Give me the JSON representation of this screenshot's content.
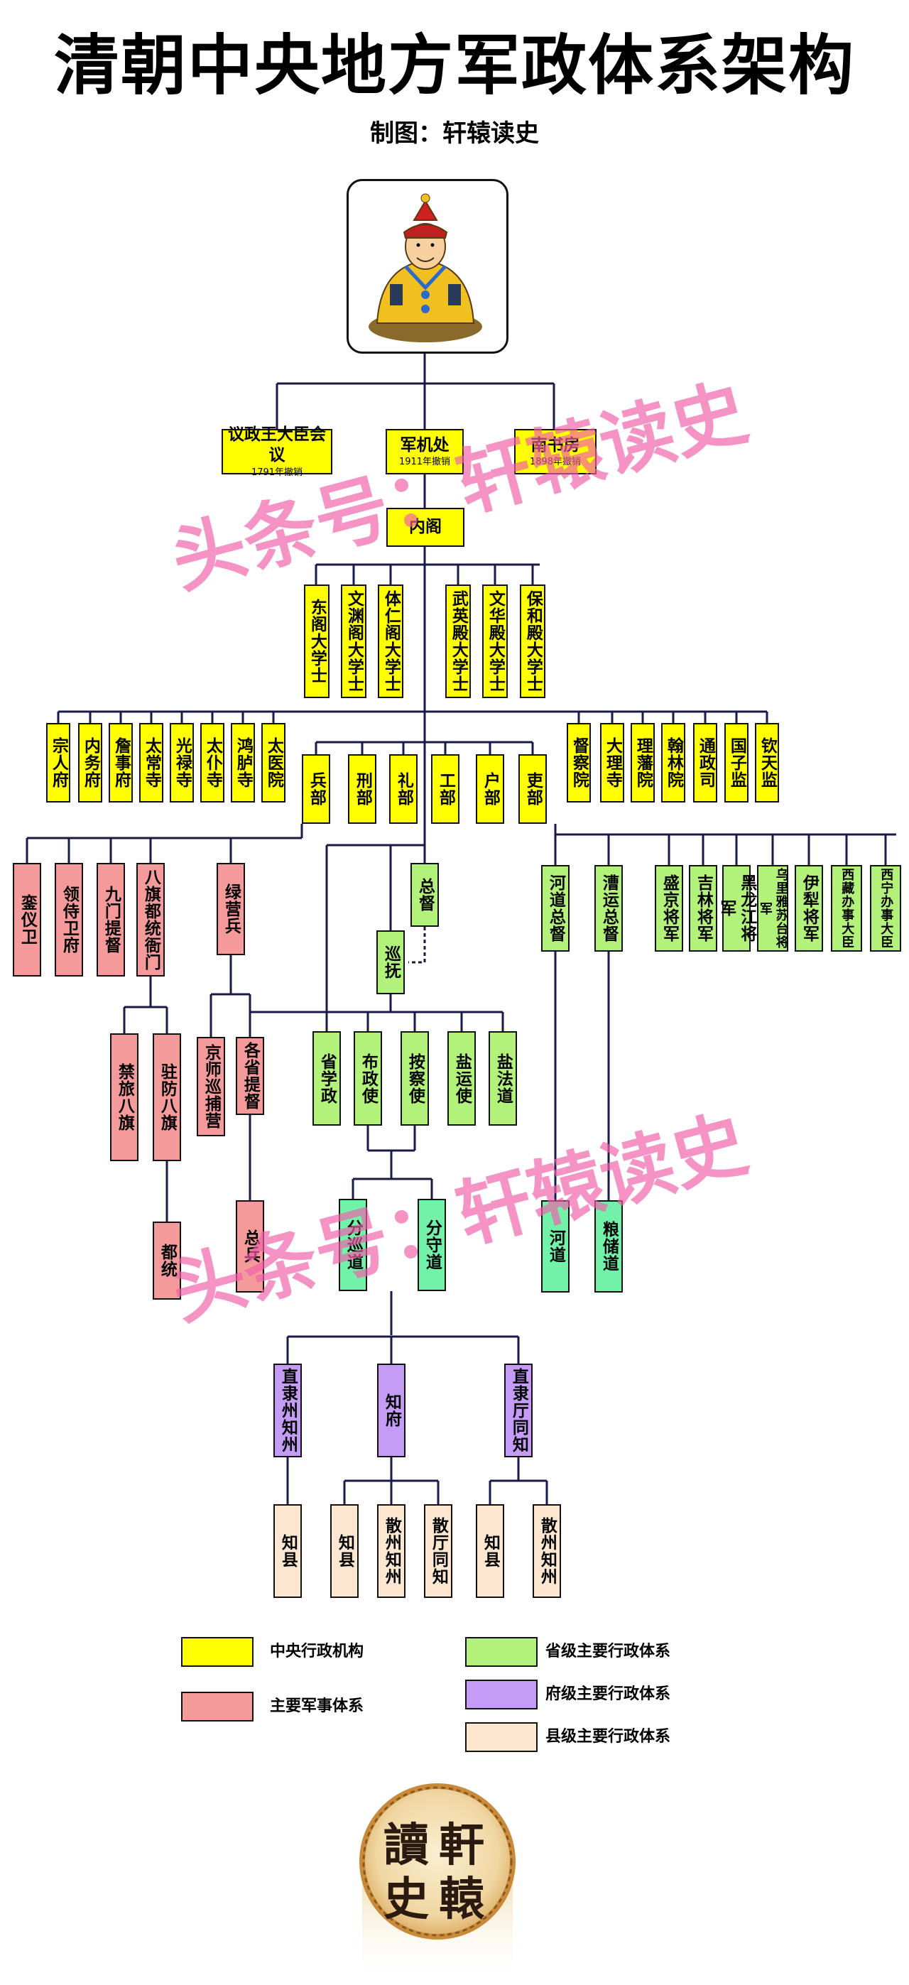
{
  "title": "清朝中央地方军政体系架构",
  "subtitle": "制图：轩辕读史",
  "emperor": {
    "icon": "emperor-portrait-icon"
  },
  "top_offices": [
    {
      "name": "议政王大臣会议",
      "note": "1791年撤销"
    },
    {
      "name": "军机处",
      "note": "1911年撤销"
    },
    {
      "name": "南书房",
      "note": "1898年撤销"
    }
  ],
  "neige": "内阁",
  "grand_secretaries": [
    "东阁大学士",
    "文渊阁大学士",
    "体仁阁大学士",
    "武英殿大学士",
    "文华殿大学士",
    "保和殿大学士"
  ],
  "left_offices": [
    "宗人府",
    "内务府",
    "詹事府",
    "太常寺",
    "光禄寺",
    "太仆寺",
    "鸿胪寺",
    "太医院"
  ],
  "right_offices": [
    "督察院",
    "大理寺",
    "理藩院",
    "翰林院",
    "通政司",
    "国子监",
    "钦天监"
  ],
  "six_boards": [
    "兵部",
    "刑部",
    "礼部",
    "工部",
    "户部",
    "吏部"
  ],
  "guards": [
    "銮仪卫",
    "领侍卫府",
    "九门提督",
    "八旗都统衙门"
  ],
  "banners": [
    "禁旅八旗",
    "驻防八旗"
  ],
  "dutong": "都统",
  "green_standard": "绿营兵",
  "green_branches": [
    "京师巡捕营",
    "各省提督"
  ],
  "zongbing": "总兵",
  "governor_general": "总督",
  "governor": "巡抚",
  "provincial": [
    "省学政",
    "布政使",
    "按察使",
    "盐运使",
    "盐法道"
  ],
  "circuits": [
    "分巡道",
    "分守道"
  ],
  "river_grain": [
    "河道总督",
    "漕运总督"
  ],
  "river_grain_sub": [
    "河道",
    "粮储道"
  ],
  "generals": [
    "盛京将军",
    "吉林将军",
    "黑龙江将军",
    "乌里雅苏台将军",
    "伊犁将军",
    "西藏办事大臣",
    "西宁办事大臣"
  ],
  "prefecture_level": [
    "直隶州知州",
    "知府",
    "直隶厅同知"
  ],
  "county_level": [
    "知县",
    "知县",
    "散州知州",
    "散厅同知",
    "知县",
    "散州知州"
  ],
  "watermark": [
    "头条号：轩辕读史",
    "头条号：轩辕读史"
  ],
  "legend": [
    {
      "label": "中央行政机构",
      "color": "#ffff00"
    },
    {
      "label": "主要军事体系",
      "color": "#f59a9a"
    },
    {
      "label": "省级主要行政体系",
      "color": "#b3f27a"
    },
    {
      "label": "府级主要行政体系",
      "color": "#c59cf5"
    },
    {
      "label": "县级主要行政体系",
      "color": "#fde7d0"
    }
  ],
  "seal": {
    "chars": [
      "讀",
      "軒",
      "史",
      "轅"
    ],
    "icon": "seal-medallion-icon"
  },
  "colors": {
    "central": "#ffff00",
    "military": "#f59a9a",
    "provincial": "#b3f27a",
    "circuit": "#72f2a8",
    "prefecture": "#c59cf5",
    "county": "#fde7d0",
    "line": "#1a1a4a",
    "watermark": "#f060aa"
  }
}
